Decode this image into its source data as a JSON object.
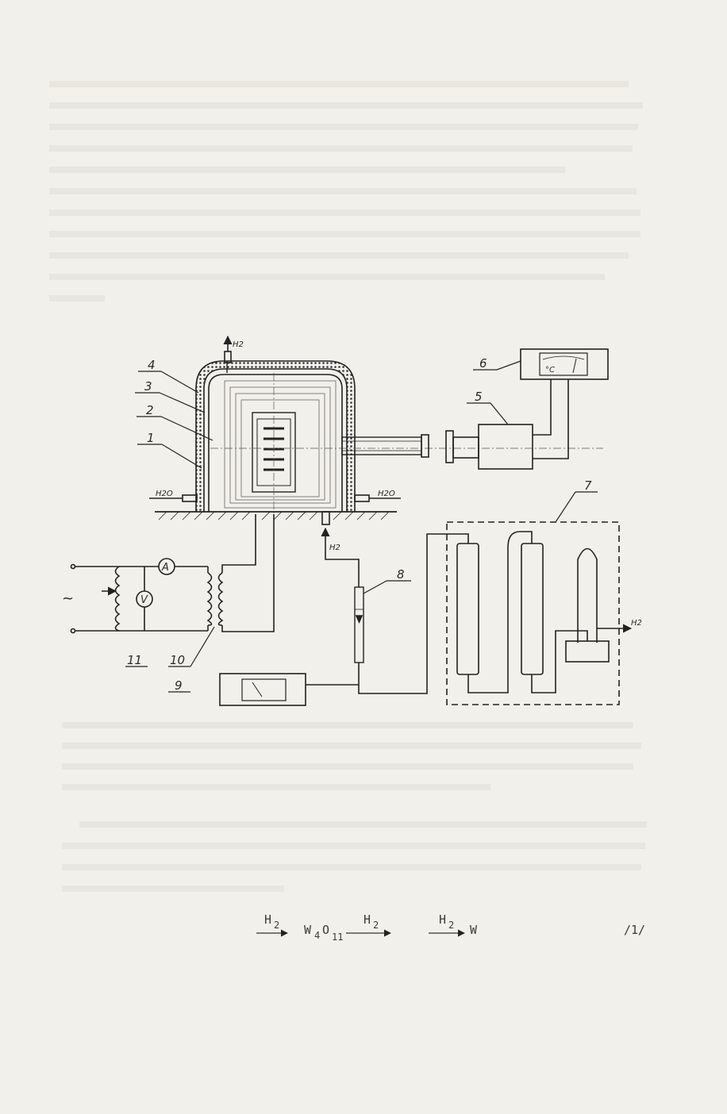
{
  "page": {
    "paragraph_top": "",
    "caption": "",
    "paragraph_bottom": ""
  },
  "diagram": {
    "callouts": [
      "4",
      "3",
      "2",
      "1",
      "6",
      "5",
      "7",
      "8",
      "9",
      "10",
      "11"
    ],
    "gas_labels": {
      "h2_top": "H2",
      "h2o_left": "H2O",
      "h2o_right": "H2O",
      "h2_inlet": "H2",
      "h2_outlet": "H2"
    },
    "meter_labels": {
      "ammeter": "A",
      "voltmeter": "V",
      "ac_source": "~",
      "thermometer_unit": "°C"
    }
  },
  "equation": {
    "h2_a": "H",
    "h2_a_sub": "2",
    "species": "W",
    "species_sub1": "4",
    "species_o": "O",
    "species_sub2": "11",
    "h2_b": "H",
    "h2_b_sub": "2",
    "h2_c": "H",
    "h2_c_sub": "2",
    "product": "W",
    "number": "/1/"
  }
}
